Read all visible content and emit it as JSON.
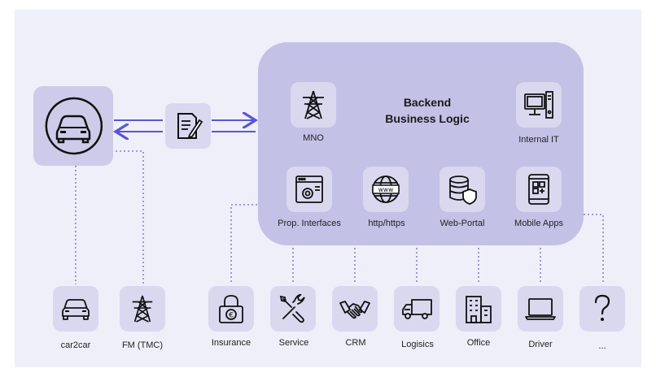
{
  "backend": {
    "title_line1": "Backend",
    "title_line2": "Business Logic"
  },
  "backend_nodes": {
    "mno": "MNO",
    "internal_it": "Internal IT",
    "prop_interfaces": "Prop. Interfaces",
    "http": "http/https",
    "web_portal": "Web-Portal",
    "mobile_apps": "Mobile Apps"
  },
  "bottom_nodes": {
    "car2car": "car2car",
    "fm_tmc": "FM (TMC)",
    "insurance": "Insurance",
    "service": "Service",
    "crm": "CRM",
    "logistics": "Logisics",
    "office": "Office",
    "driver": "Driver",
    "unknown": "..."
  },
  "colors": {
    "background": "#efeff9",
    "backend_fill": "#c3c1e6",
    "arrow": "#5b55d6",
    "dotted": "#6d6acb"
  },
  "icons": [
    "car-icon",
    "document-pen-icon",
    "power-tower-icon",
    "computer-icon",
    "settings-window-icon",
    "www-globe-icon",
    "database-shield-icon",
    "smartphone-qr-icon",
    "padlock-euro-icon",
    "tools-icon",
    "handshake-icon",
    "truck-icon",
    "office-building-icon",
    "laptop-icon",
    "question-icon"
  ]
}
